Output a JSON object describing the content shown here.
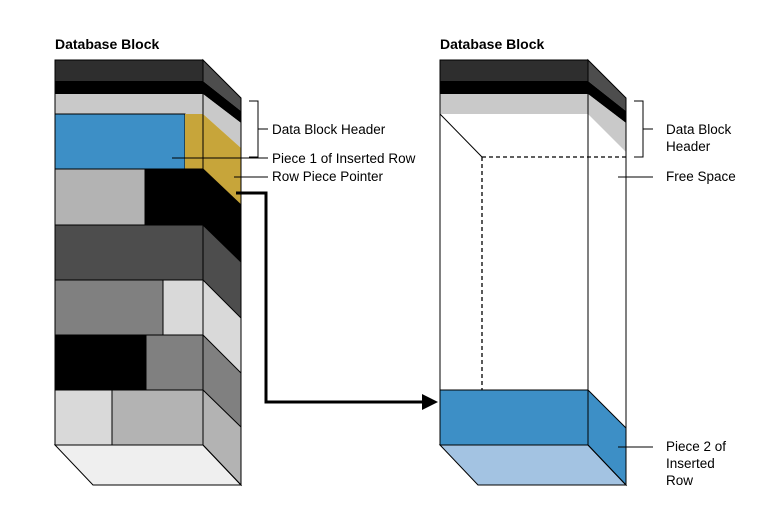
{
  "left_block": {
    "title": "Database Block",
    "labels": {
      "header": "Data Block Header",
      "piece1": "Piece 1 of Inserted Row",
      "pointer": "Row Piece Pointer"
    }
  },
  "right_block": {
    "title": "Database Block",
    "labels": {
      "header_line1": "Data Block",
      "header_line2": "Header",
      "free_space": "Free Space",
      "piece2_line1": "Piece 2 of",
      "piece2_line2": "Inserted",
      "piece2_line3": "Row"
    }
  },
  "colors": {
    "blue": "#3d8fc6",
    "light_blue": "#a3c3e2",
    "gold": "#c7a53a",
    "black": "#000000",
    "dark_gray": "#4d4d4d",
    "mid_gray": "#808080",
    "light_gray": "#b3b3b3",
    "pale_gray": "#d9d9d9"
  }
}
